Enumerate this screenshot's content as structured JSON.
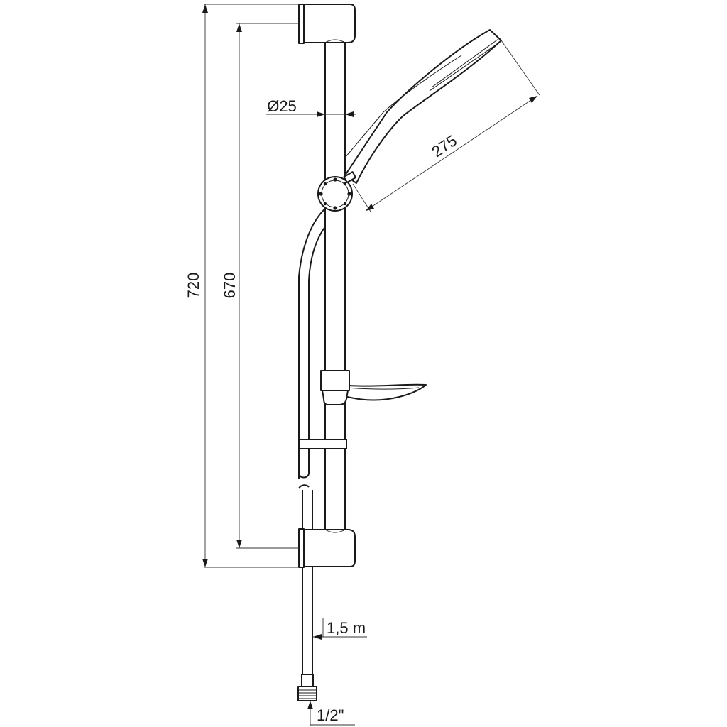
{
  "dimensions": {
    "total_height": "720",
    "bracket_spacing": "670",
    "rail_diameter": "Ø25",
    "handshower_length": "275",
    "hose_length": "1,5 m",
    "connection_thread": "1/2\""
  },
  "colors": {
    "line": "#1a1a1a",
    "background": "#ffffff"
  }
}
